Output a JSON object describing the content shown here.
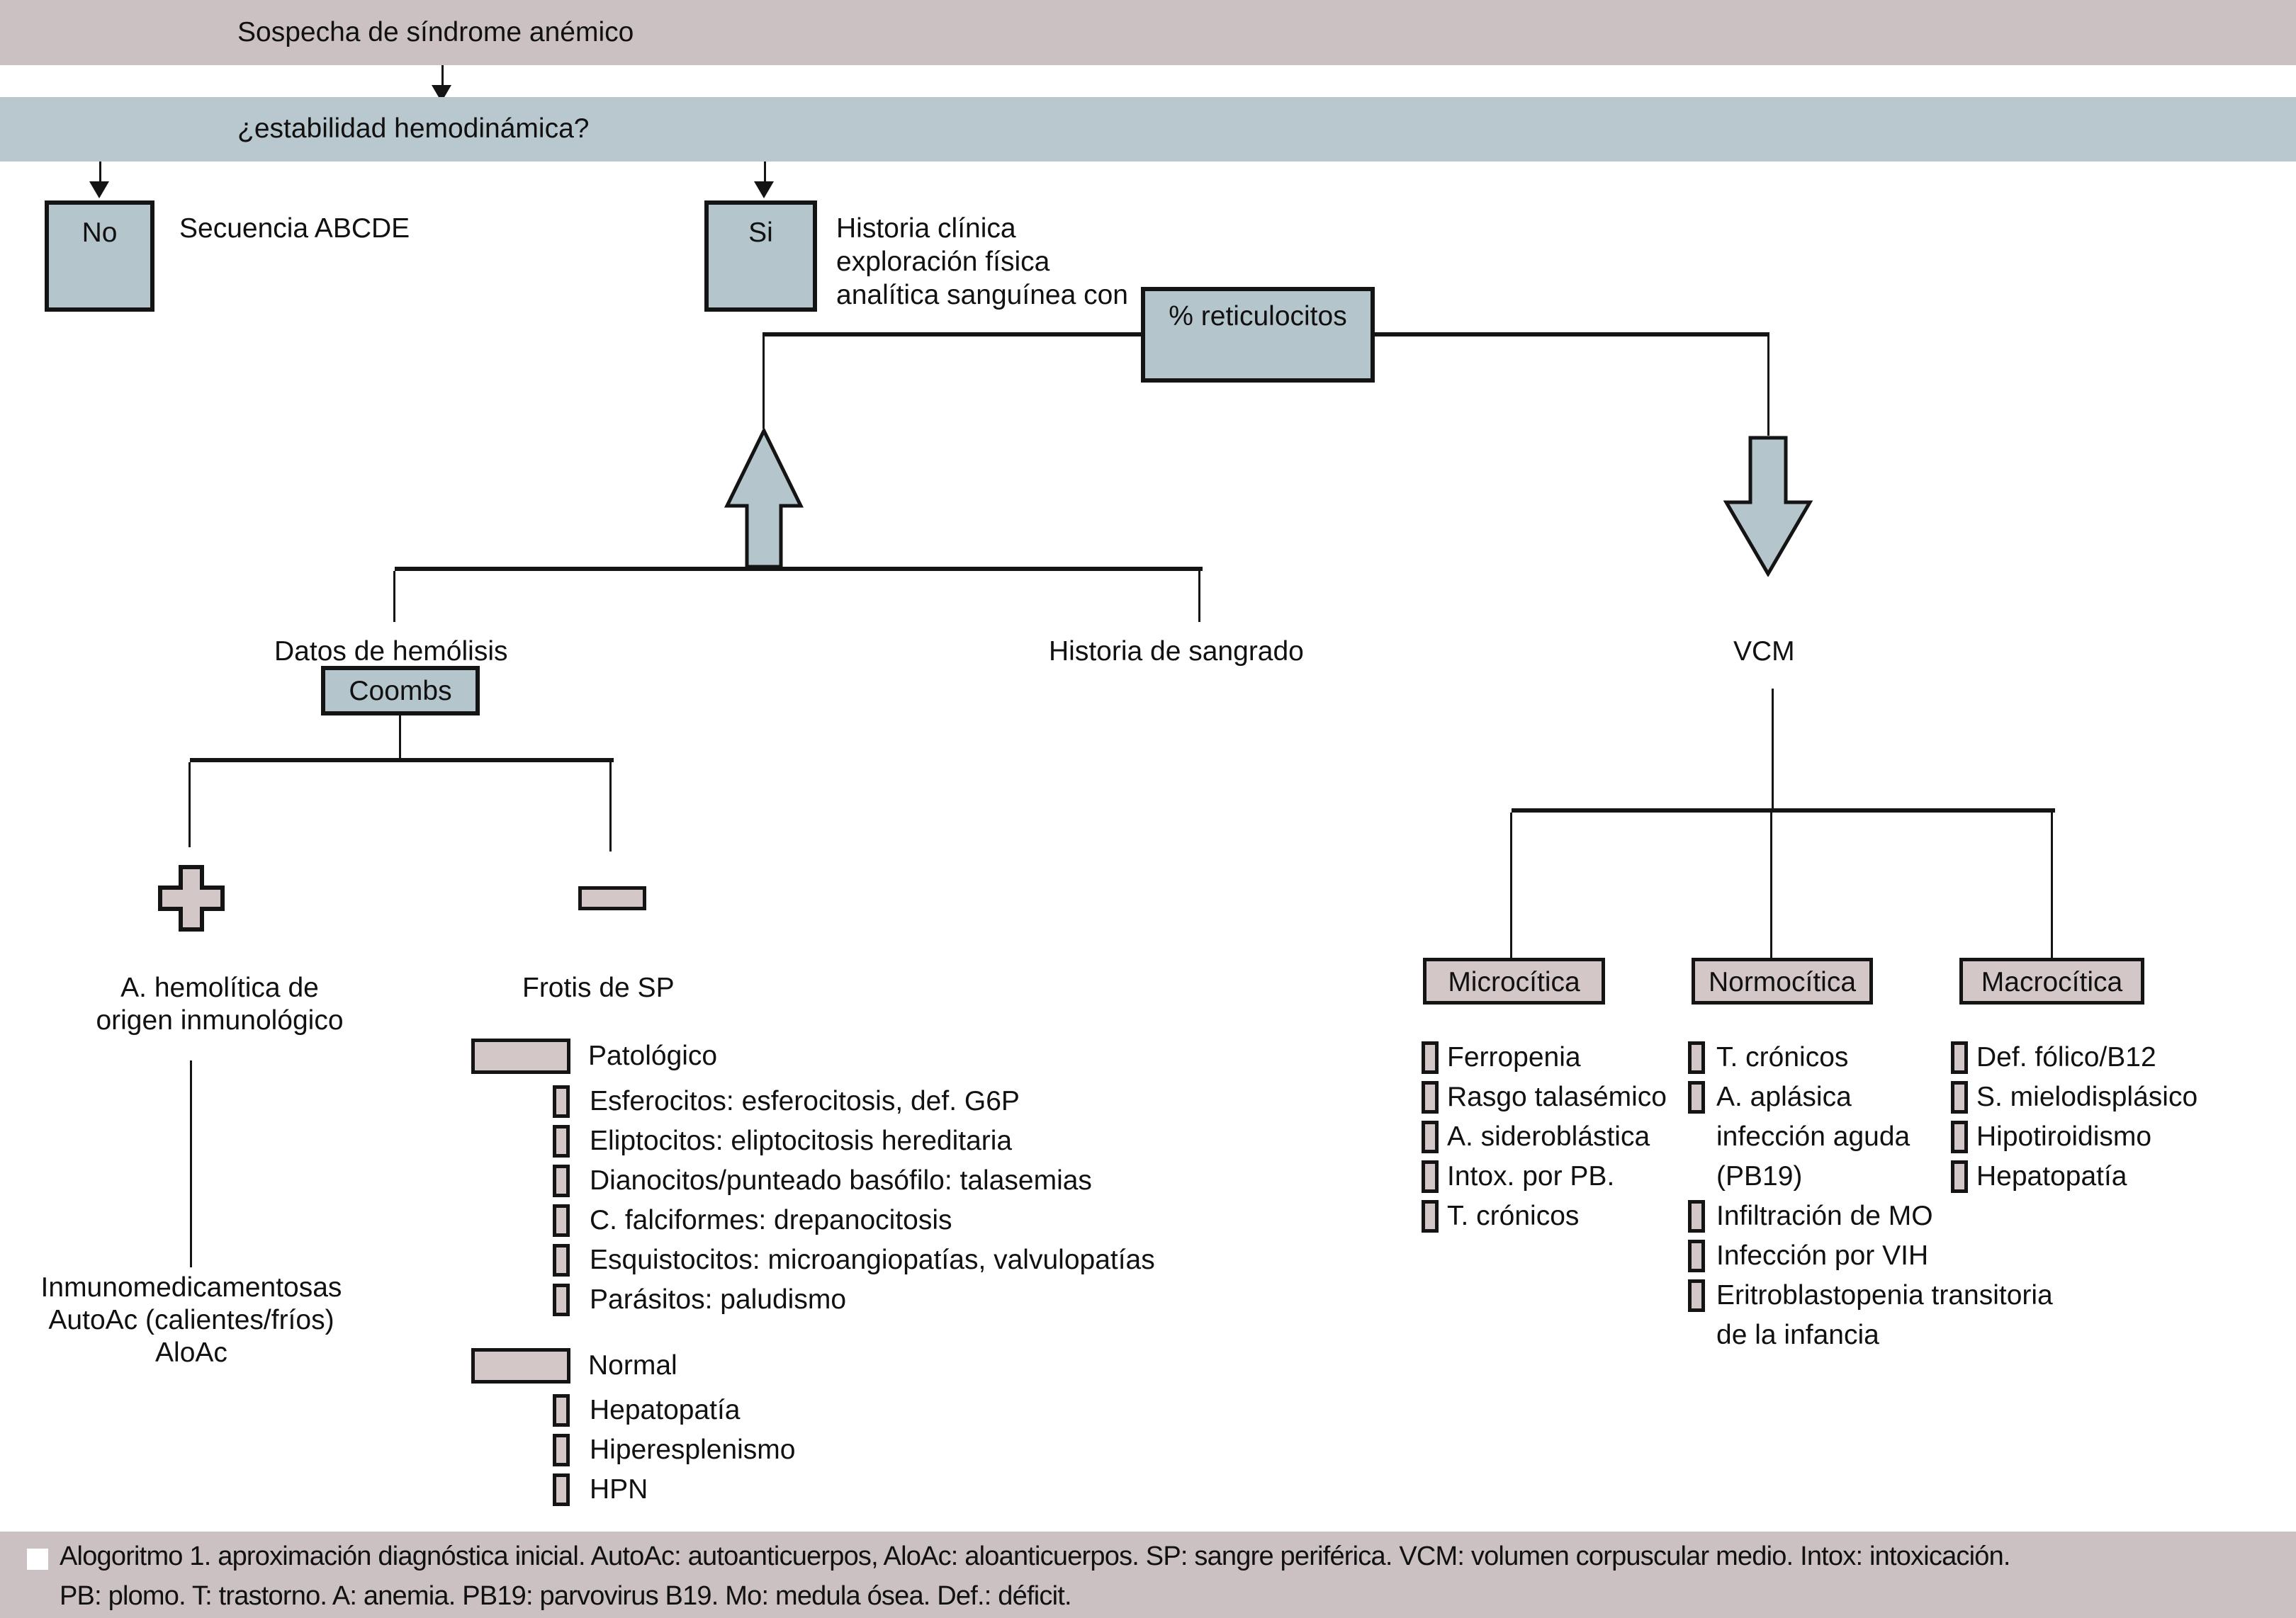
{
  "colors": {
    "band_pink": "#cbc1c2",
    "band_blue": "#b9c8ce",
    "box_blue": "#b5c5cc",
    "box_pink": "#d3c8c7",
    "line": "#141414",
    "text": "#111111",
    "caption_bg": "#cbc1c2",
    "page_bg": "#ffffff"
  },
  "header": {
    "suspicion": "Sospecha de síndrome anémico",
    "stability_question": "¿estabilidad hemodinámica?"
  },
  "triage": {
    "no": {
      "label": "No",
      "action": "Secuencia ABCDE"
    },
    "yes": {
      "label": "Si",
      "action_lines": [
        "Historia clínica",
        "exploración física",
        "analítica sanguínea con"
      ]
    },
    "reticulocytes": "% reticulocitos"
  },
  "left_branch": {
    "hemolysis_label": "Datos de hemólisis",
    "coombs_label": "Coombs",
    "bleeding_label": "Historia de sangrado",
    "positive": {
      "plus_icon": "plus-sign",
      "diagnosis_lines": [
        "A. hemolítica de",
        "origen inmunológico"
      ],
      "subtypes": [
        "Inmunomedicamentosas",
        "AutoAc (calientes/fríos)",
        "AloAc"
      ]
    },
    "negative": {
      "minus_icon": "minus-sign",
      "smear_label": "Frotis de SP",
      "pathological": {
        "header": "Patológico",
        "items": [
          "Esferocitos: esferocitosis, def. G6P",
          "Eliptocitos: eliptocitosis hereditaria",
          "Dianocitos/punteado basófilo: talasemias",
          "C. falciformes: drepanocitosis",
          "Esquistocitos: microangiopatías, valvulopatías",
          "Parásitos: paludismo"
        ]
      },
      "normal": {
        "header": "Normal",
        "items": [
          "Hepatopatía",
          "Hiperesplenismo",
          "HPN"
        ]
      }
    }
  },
  "right_branch": {
    "vcm_label": "VCM",
    "microcytic": {
      "header": "Microcítica",
      "items": [
        "Ferropenia",
        "Rasgo talasémico",
        "A. sideroblástica",
        "Intox. por PB.",
        "T. crónicos"
      ]
    },
    "normocytic": {
      "header": "Normocítica",
      "rows": [
        {
          "bullet": true,
          "text": "T. crónicos"
        },
        {
          "bullet": true,
          "text": "A. aplásica"
        },
        {
          "bullet": false,
          "text": "infección aguda"
        },
        {
          "bullet": false,
          "text": "(PB19)"
        },
        {
          "bullet": true,
          "text": "Infiltración de MO"
        },
        {
          "bullet": true,
          "text": "Infección por VIH"
        },
        {
          "bullet": true,
          "text": "Eritroblastopenia transitoria"
        },
        {
          "bullet": false,
          "text": "de la infancia"
        }
      ]
    },
    "macrocytic": {
      "header": "Macrocítica",
      "items": [
        "Def. fólico/B12",
        "S. mielodisplásico",
        "Hipotiroidismo",
        "Hepatopatía"
      ]
    }
  },
  "caption": {
    "line1": "Alogoritmo 1. aproximación diagnóstica inicial. AutoAc: autoanticuerpos, AloAc: aloanticuerpos. SP: sangre periférica. VCM: volumen corpuscular medio. Intox: intoxicación.",
    "line2": "PB: plomo. T: trastorno. A: anemia. PB19: parvovirus B19. Mo: medula ósea. Def.: déficit."
  }
}
